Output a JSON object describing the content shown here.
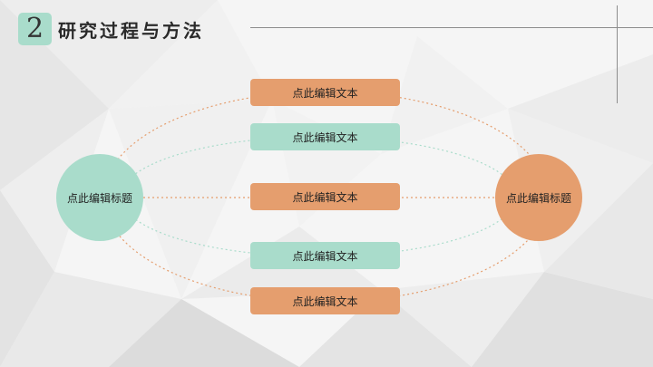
{
  "colors": {
    "green": "#a9dccb",
    "orange": "#e59e6e"
  },
  "header": {
    "number": "2",
    "title": "研究过程与方法"
  },
  "diagram": {
    "left_circle": "点此编辑标题",
    "right_circle": "点此编辑标题",
    "boxes": [
      {
        "label": "点此编辑文本",
        "color": "orange"
      },
      {
        "label": "点此编辑文本",
        "color": "green"
      },
      {
        "label": "点此编辑文本",
        "color": "orange"
      },
      {
        "label": "点此编辑文本",
        "color": "green"
      },
      {
        "label": "点此编辑文本",
        "color": "orange"
      }
    ]
  }
}
